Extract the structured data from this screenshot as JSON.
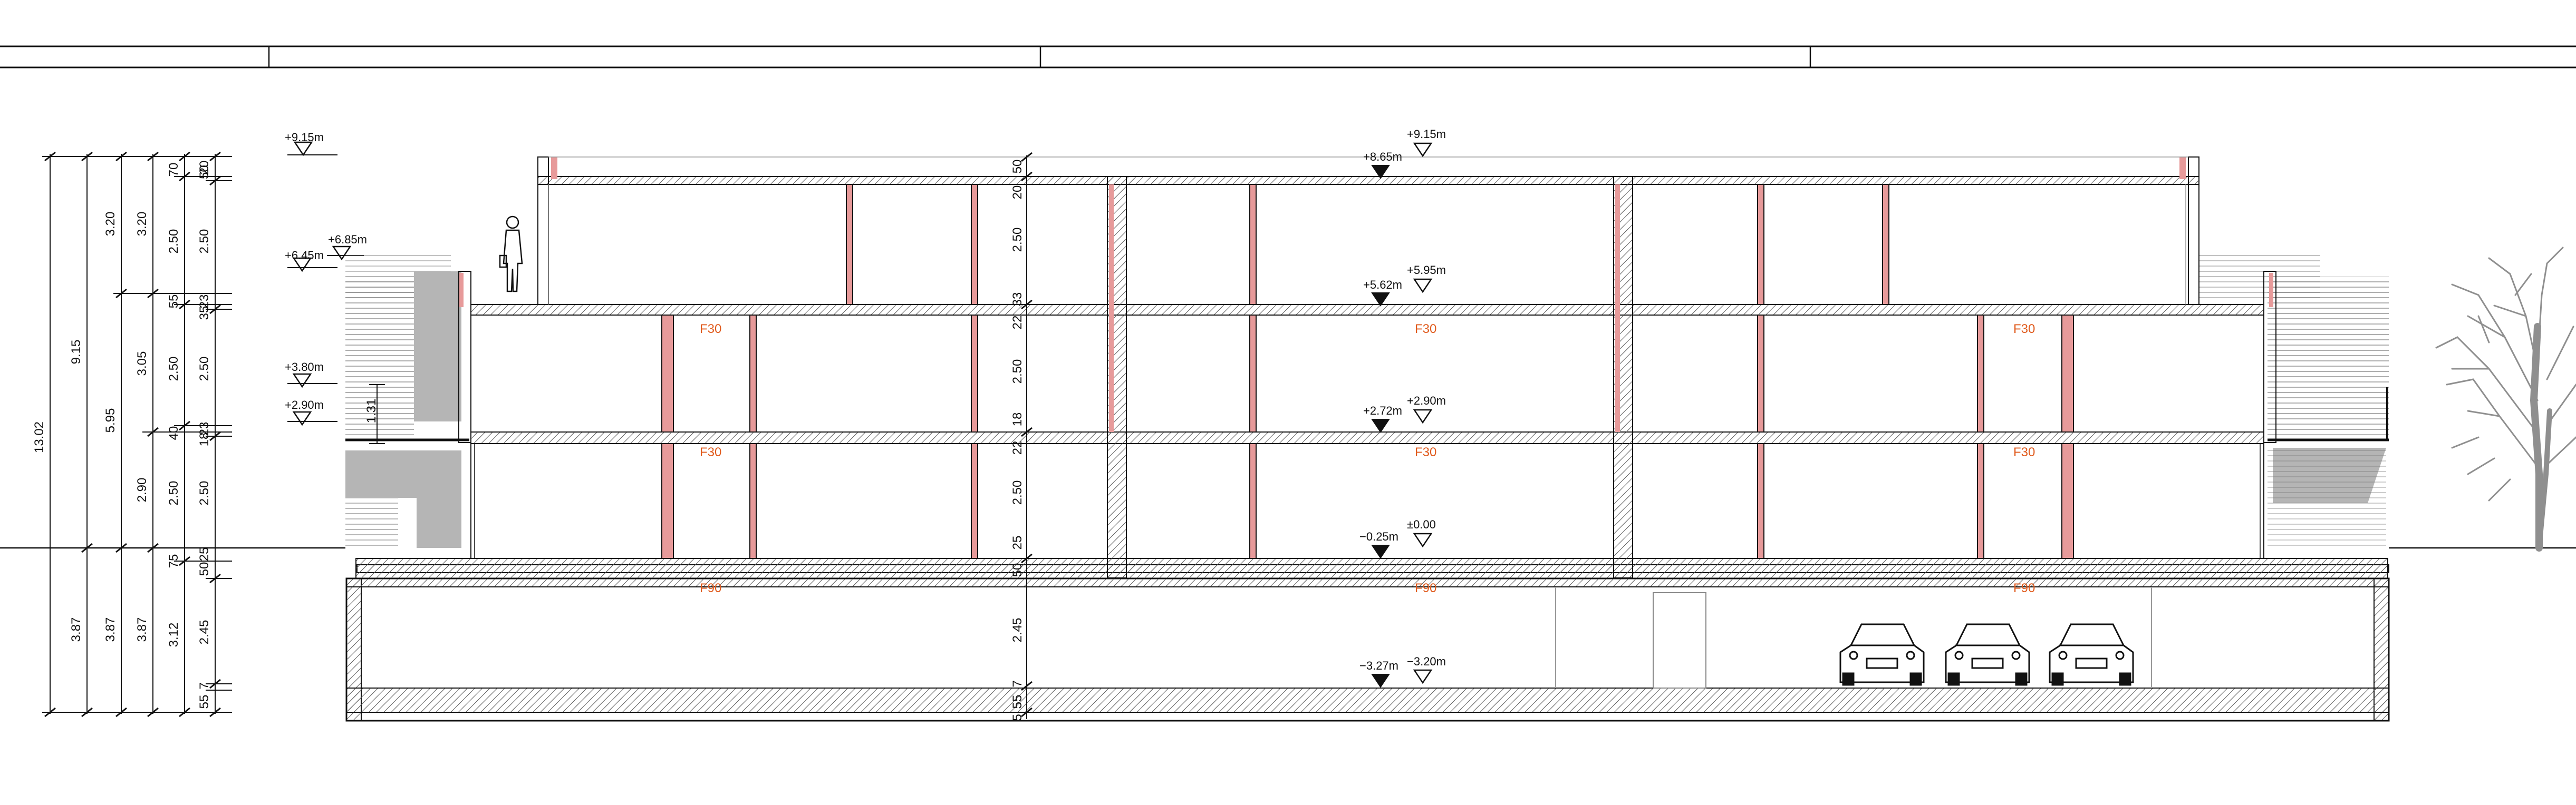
{
  "elevations_left": [
    "+9.15m",
    "+6.85m",
    "+6.45m",
    "+3.80m",
    "+2.90m"
  ],
  "center_levels": [
    {
      "finished": "+8.65m",
      "structural": "+9.15m"
    },
    {
      "finished": "+5.62m",
      "structural": "+5.95m"
    },
    {
      "finished": "+2.72m",
      "structural": "+2.90m"
    },
    {
      "finished": "−0.25m",
      "structural": "±0.00"
    },
    {
      "finished": "−3.27m",
      "structural": "−3.20m"
    }
  ],
  "fire_ratings": {
    "upper": [
      "F30",
      "F30",
      "F30"
    ],
    "middle": [
      "F30",
      "F30",
      "F30"
    ],
    "basement": [
      "F90",
      "F90",
      "F90"
    ]
  },
  "dim_chain_1": [
    "13.02"
  ],
  "dim_chain_2": [
    "9.15",
    "3.87"
  ],
  "dim_chain_3": [
    "3.20",
    "5.95",
    "3.87"
  ],
  "dim_chain_4": [
    "3.20",
    "3.05",
    "2.90",
    "3.87"
  ],
  "dim_chain_5": [
    "70",
    "2.50",
    "55",
    "2.50",
    "40",
    "2.50",
    "75",
    "3.12"
  ],
  "dim_chain_6": [
    "20",
    "50",
    "2.50",
    "23",
    "35",
    "2.50",
    "23",
    "18",
    "2.50",
    "25",
    "50",
    "2.45",
    "55",
    "7"
  ],
  "dim_stair": "1.31",
  "center_dims": [
    "50",
    "20",
    "2.50",
    "33",
    "22",
    "2.50",
    "18",
    "22",
    "2.50",
    "25",
    "50",
    "2.45",
    "7",
    "55",
    "5"
  ],
  "icons": [
    "person-icon",
    "car-icon",
    "tree-icon",
    "level-marker-icon"
  ]
}
